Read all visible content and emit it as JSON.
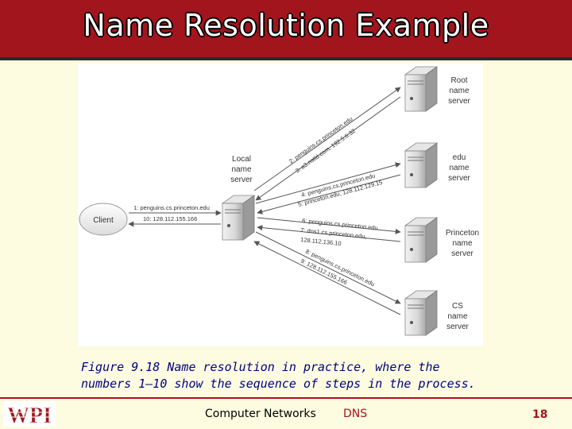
{
  "slide": {
    "title": "Name Resolution Example",
    "caption_line1": "Figure 9.18 Name resolution in practice, where the",
    "caption_line2": "numbers 1–10 show the sequence of steps in the process.",
    "footer_course": "Computer Networks",
    "footer_topic": "DNS",
    "page_number": "18",
    "logo_text": "WPI"
  },
  "diagram": {
    "client_label": "Client",
    "local_label": [
      "Local",
      "name",
      "server"
    ],
    "servers": [
      {
        "label": [
          "Root",
          "name",
          "server"
        ]
      },
      {
        "label": [
          "edu",
          "name",
          "server"
        ]
      },
      {
        "label": [
          "Princeton",
          "name",
          "server"
        ]
      },
      {
        "label": [
          "CS",
          "name",
          "server"
        ]
      }
    ],
    "messages": {
      "m1": "1: penguins.cs.princeton.edu",
      "m10": "10: 128.112.155.166",
      "m2": "2: penguins.cs.princeton.edu",
      "m3": "3: a3.nstld.com, 192.5.6.32",
      "m4": "4: penguins.cs.princeton.edu",
      "m5": "5: princeton.edu, 128.112.129.15",
      "m6": "6: penguins.cs.princeton.edu",
      "m7a": "7: dns1.cs.princeton.edu,",
      "m7b": "128.112.136.10",
      "m8": "8: penguins.cs.princeton.edu",
      "m9": "9: 128.112.155.166"
    }
  },
  "colors": {
    "title_bar": "#a3151d",
    "background": "#fdfce0",
    "caption": "#000080",
    "accent": "#a3151d"
  }
}
